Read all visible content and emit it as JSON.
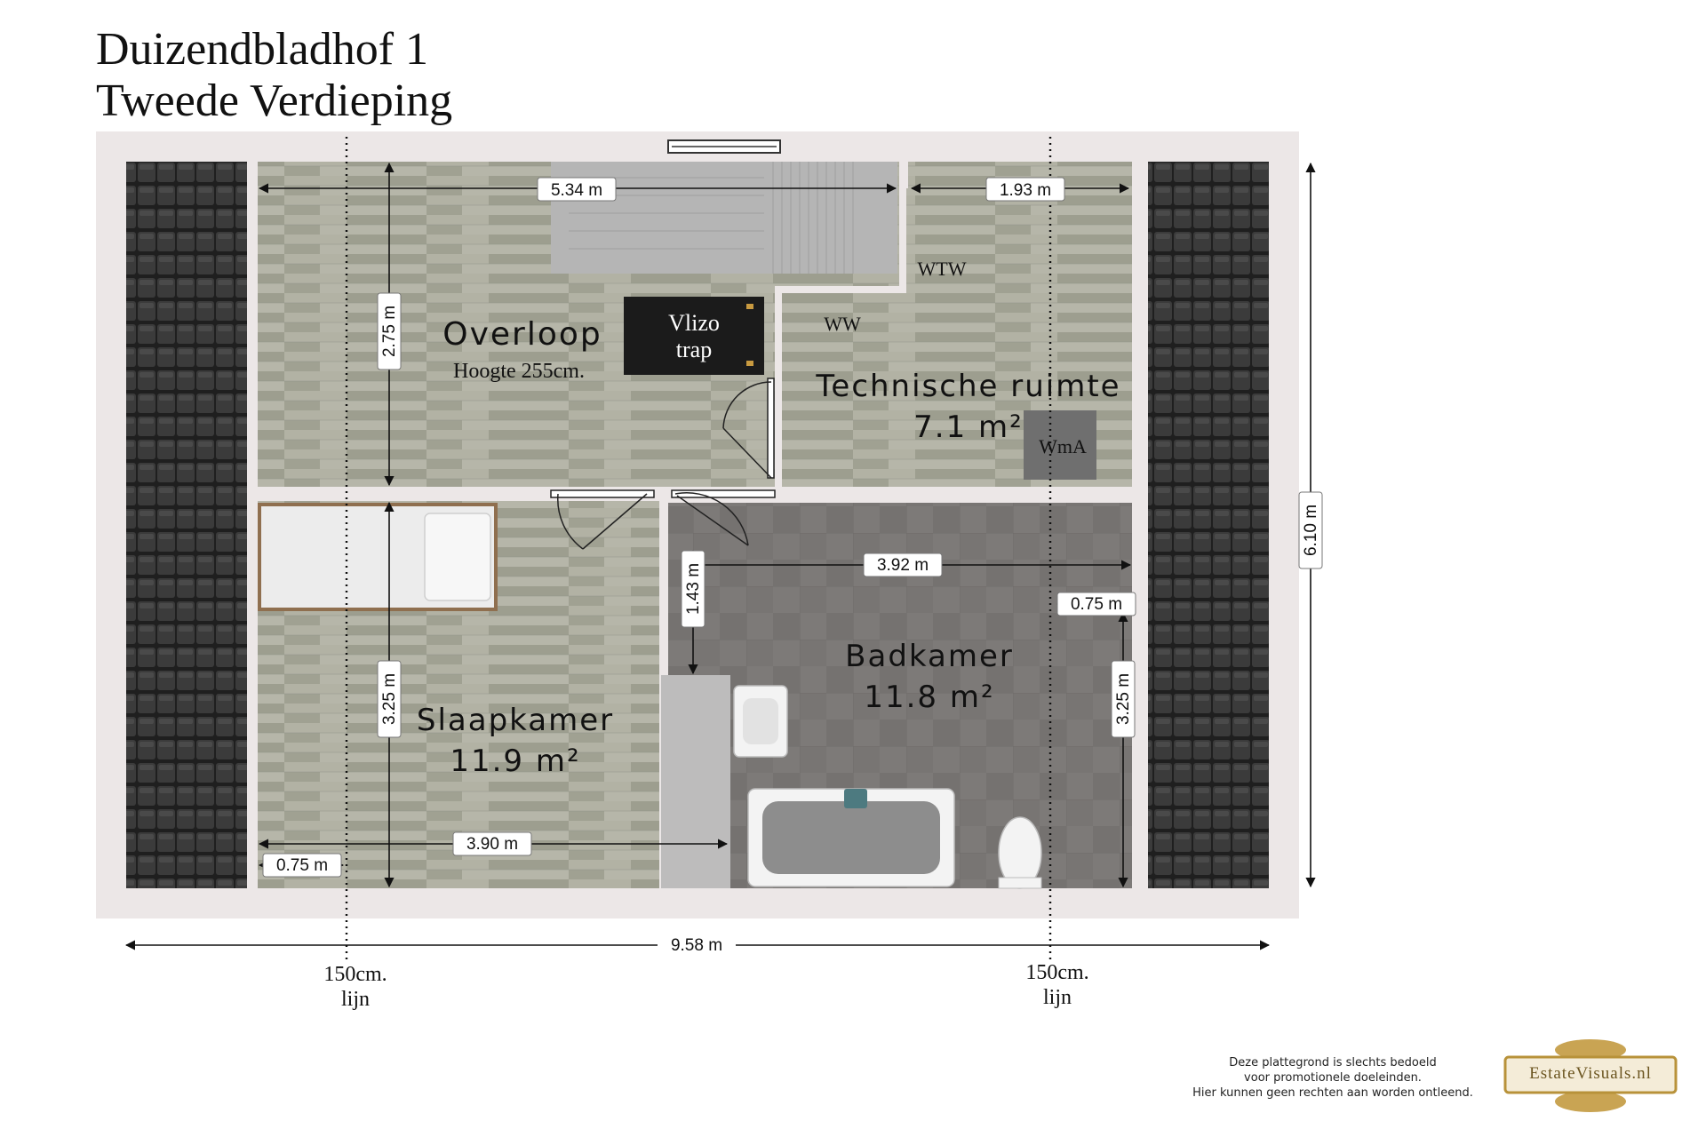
{
  "header": {
    "address": "Duizendbladhof 1",
    "floor": "Tweede Verdieping"
  },
  "rooms": {
    "overloop": {
      "name": "Overloop",
      "note": "Hoogte 255cm."
    },
    "vlizotrap": {
      "line1": "Vlizo",
      "line2": "trap"
    },
    "technische": {
      "name": "Technische ruimte",
      "area": "7.1 m²"
    },
    "slaapkamer": {
      "name": "Slaapkamer",
      "area": "11.9 m²"
    },
    "badkamer": {
      "name": "Badkamer",
      "area": "11.8 m²"
    }
  },
  "fixtures": {
    "wtw": "WTW",
    "ww": "WW",
    "wma": "WmA"
  },
  "dimensions": {
    "overloop_width": "5.34 m",
    "technische_width": "1.93 m",
    "overloop_depth": "2.75 m",
    "building_depth": "6.10 m",
    "badkamer_width": "3.92 m",
    "badkamer_partial_depth": "1.43 m",
    "badkamer_offset": "0.75 m",
    "badkamer_depth": "3.25 m",
    "slaapkamer_depth": "3.25 m",
    "slaapkamer_width": "3.90 m",
    "slaapkamer_offset": "0.75 m",
    "building_width": "9.58 m"
  },
  "height_lines": {
    "left": {
      "line1": "150cm.",
      "line2": "lijn"
    },
    "right": {
      "line1": "150cm.",
      "line2": "lijn"
    }
  },
  "footer": {
    "disclaimer_line1": "Deze plattegrond is slechts bedoeld",
    "disclaimer_line2": "voor promotionele doeleinden.",
    "disclaimer_line3": "Hier kunnen geen rechten aan worden ontleend.",
    "logo": "EstateVisuals.nl"
  },
  "colors": {
    "wood_floor": "#a9a99a",
    "tile_floor": "#7a7775",
    "wall": "#ece7e7",
    "roof_tile": "#3a3a3a",
    "stair": "#b4b4b4",
    "logo_gold": "#b8923a"
  }
}
